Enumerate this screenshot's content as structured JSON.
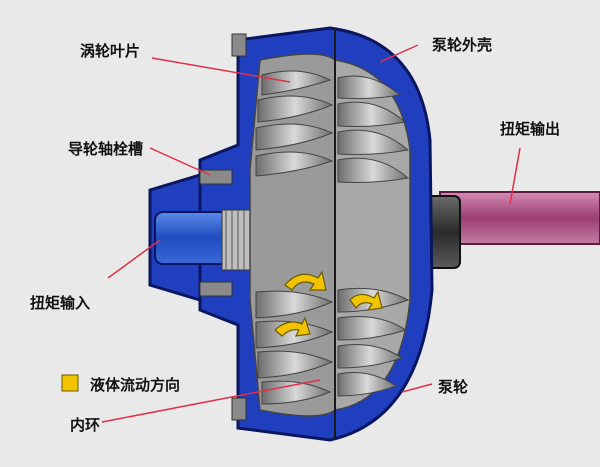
{
  "labels": {
    "turbine_blade": "涡轮叶片",
    "stator_spline": "导轮轴栓槽",
    "torque_input": "扭矩输入",
    "legend_flow": "液体流动方向",
    "inner_ring": "内环",
    "pump_shell": "泵轮外壳",
    "torque_output": "扭矩输出",
    "pump_wheel": "泵轮"
  },
  "colors": {
    "background": "#e9e9e9",
    "casing_blue": "#1f3fbf",
    "casing_outline": "#0b1660",
    "blade_gray": "#8f8f8f",
    "shaft_gray": "#3b3b3b",
    "output_shaft": "#b05a8c",
    "input_shaft": "#2d63d8",
    "flow_arrow": "#f2c400",
    "leader_line": "#e0304a"
  },
  "legend": {
    "icon": "square-yellow-swatch"
  }
}
